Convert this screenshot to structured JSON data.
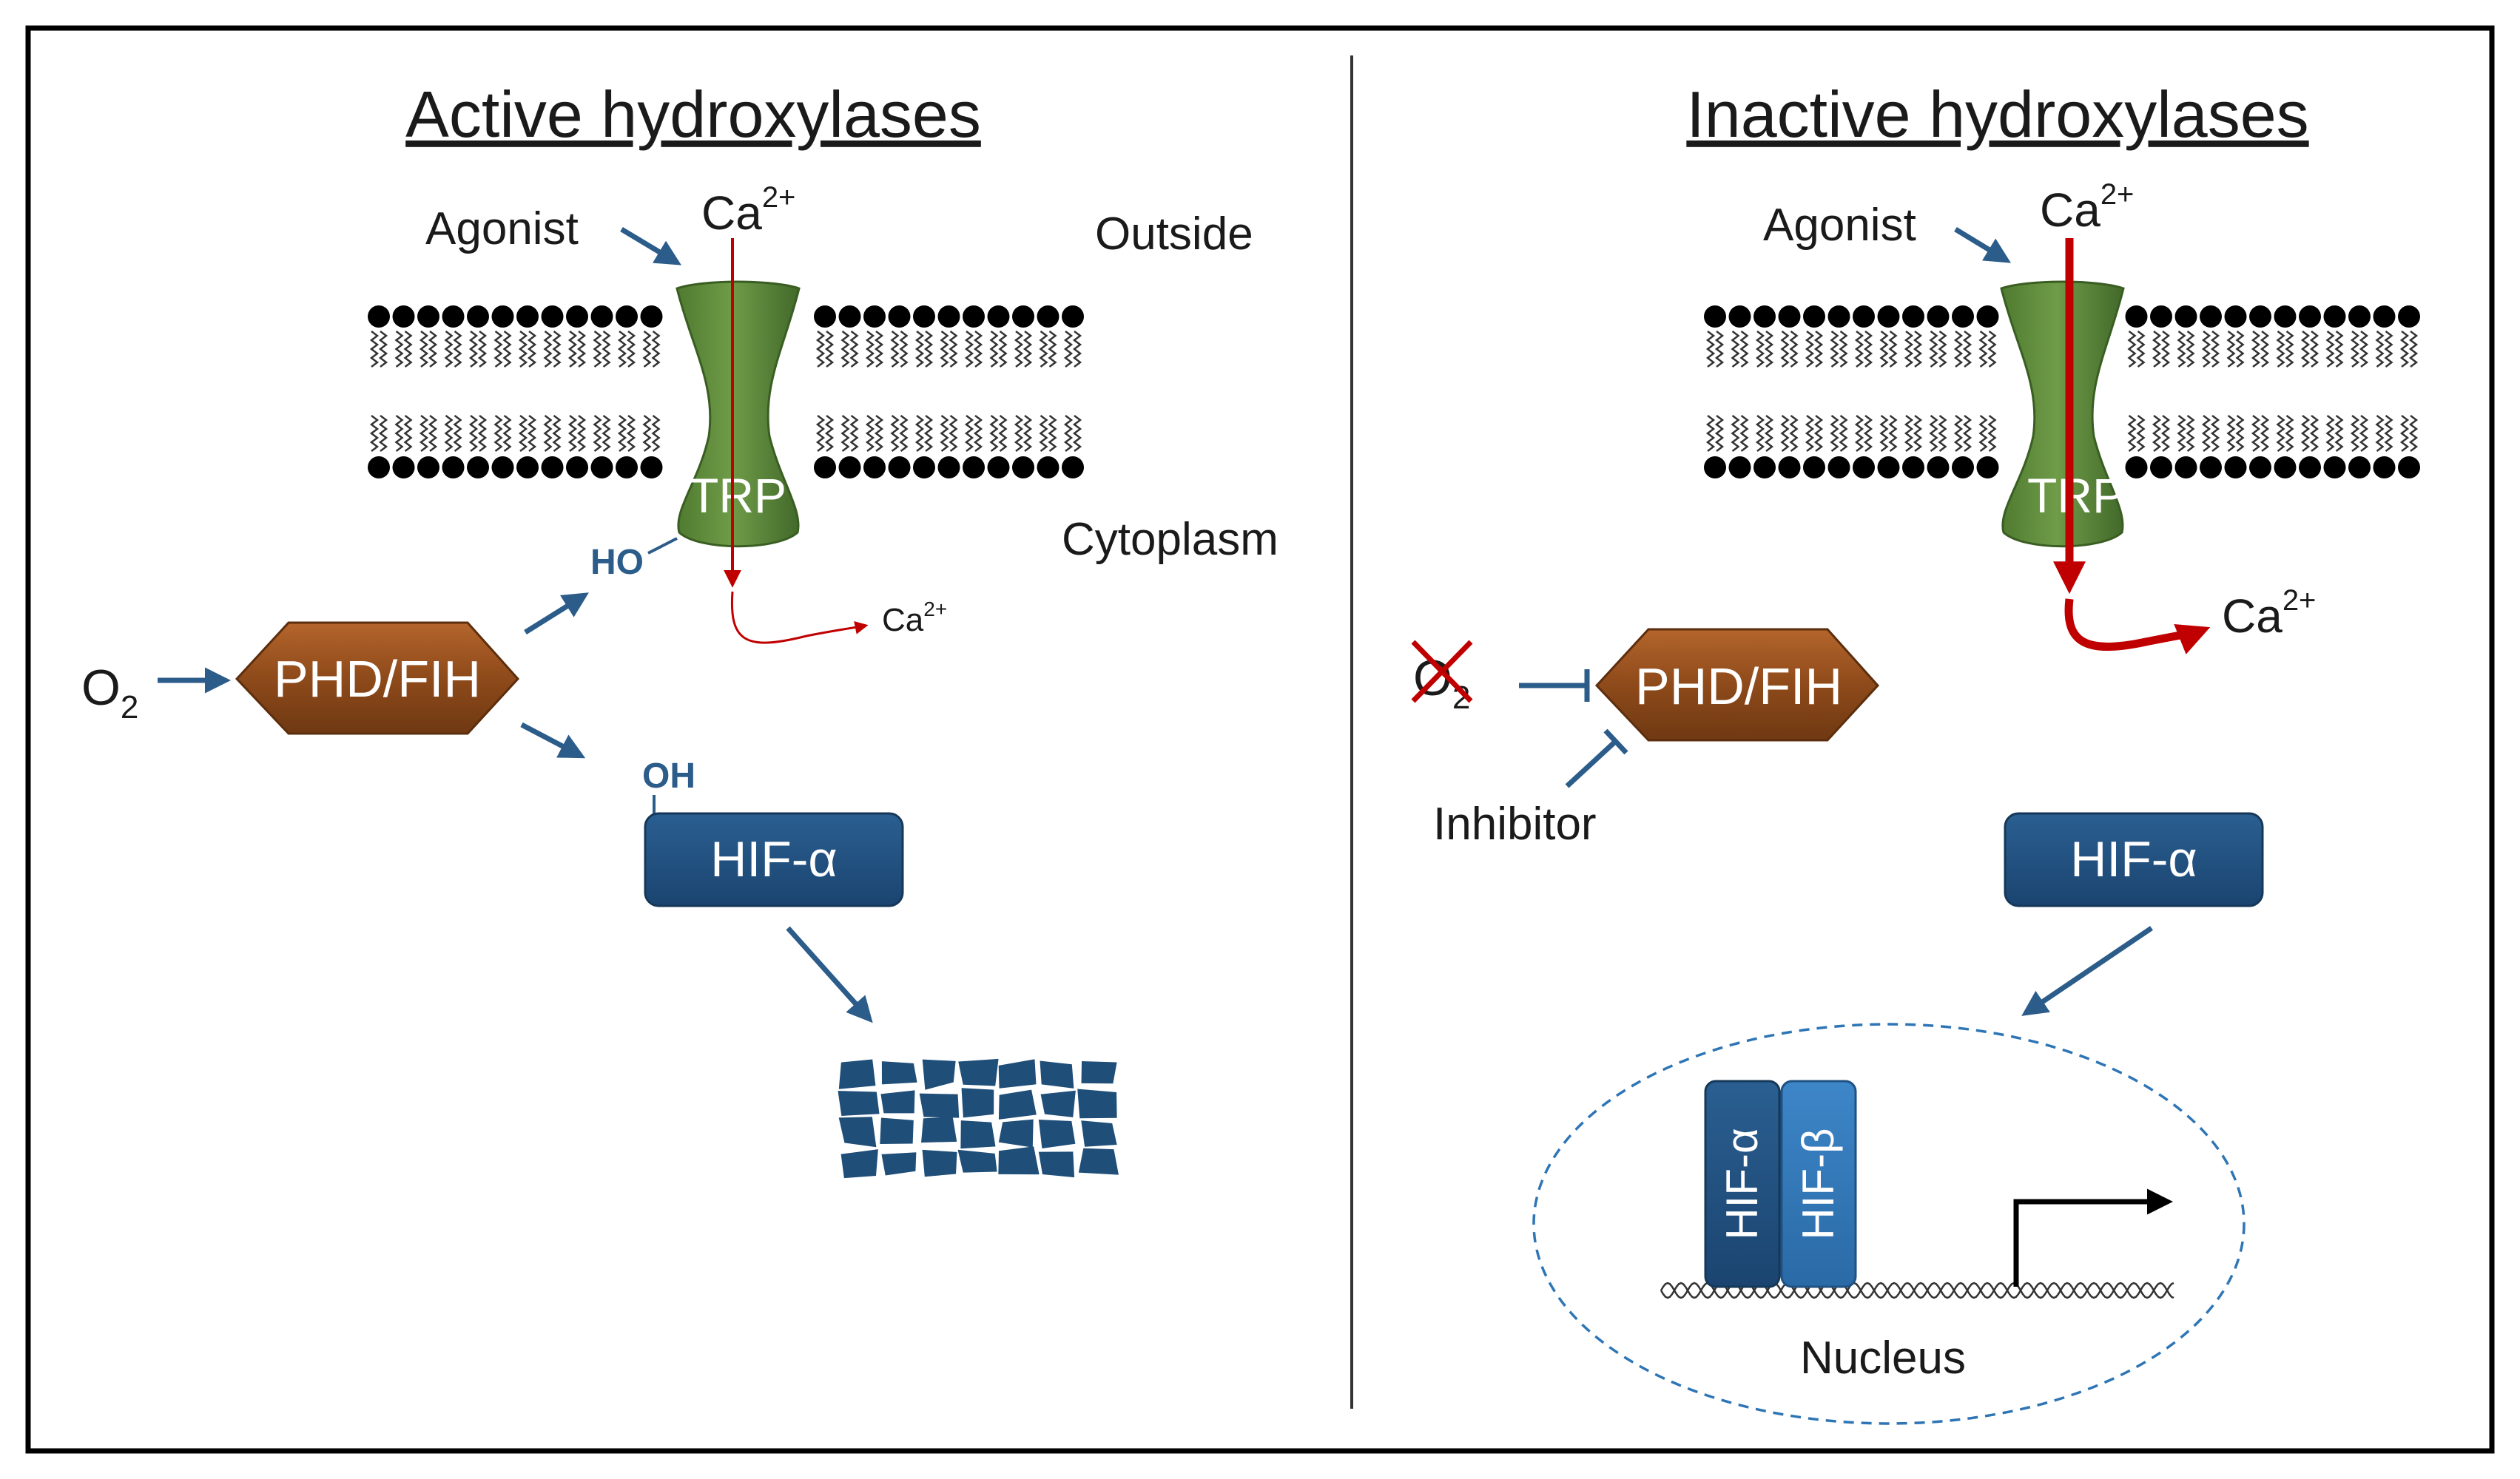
{
  "left_panel": {
    "title": "Active hydroxylases",
    "agonist": "Agonist",
    "ca_in": "Ca",
    "ca_in_sup": "2+",
    "outside": "Outside",
    "cytoplasm": "Cytoplasm",
    "channel": "TRP",
    "ho": "HO",
    "ca_out": "Ca",
    "ca_out_sup": "2+",
    "o2": "O",
    "o2_sub": "2",
    "enzyme": "PHD/FIH",
    "oh": "OH",
    "hif": "HIF-α"
  },
  "right_panel": {
    "title": "Inactive hydroxylases",
    "agonist": "Agonist",
    "ca_in": "Ca",
    "ca_in_sup": "2+",
    "channel": "TRP",
    "ca_out": "Ca",
    "ca_out_sup": "2+",
    "o2": "O",
    "o2_sub": "2",
    "enzyme": "PHD/FIH",
    "inhibitor": "Inhibitor",
    "hif": "HIF-α",
    "hif_alpha_vertical": "HIF-α",
    "hif_beta_vertical": "HIF-β",
    "nucleus": "Nucleus"
  },
  "colors": {
    "border": "#000000",
    "arrow_blue": "#2b5c8a",
    "channel_green": "#5e8a3c",
    "channel_dark": "#3f6a25",
    "enzyme_brown": "#8e4a1a",
    "enzyme_light": "#b8662c",
    "hif_blue": "#1f4e79",
    "hif_beta_blue": "#2e75b6",
    "calcium_red": "#c00000"
  }
}
